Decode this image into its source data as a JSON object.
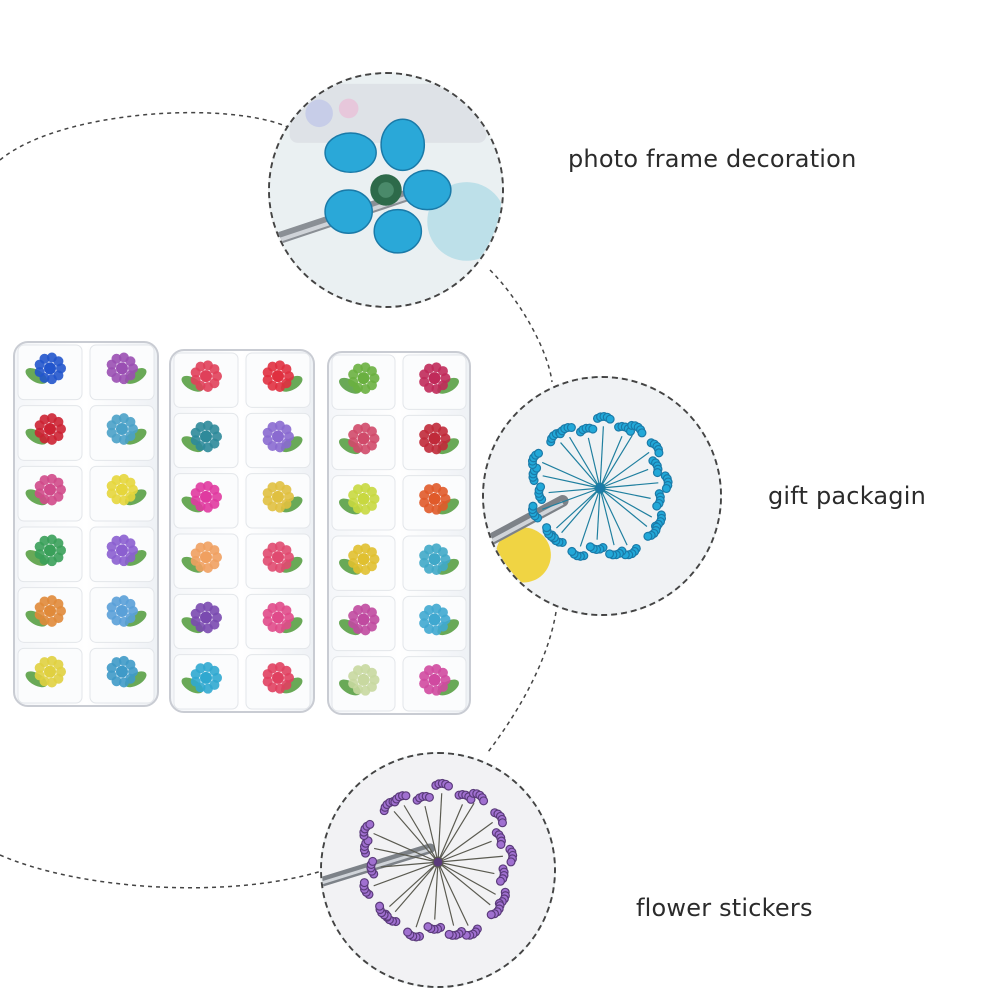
{
  "labels": {
    "photo_frame": "photo frame decoration",
    "gift": "gift packagin",
    "stickers": "flower stickers"
  },
  "colors": {
    "label_text": "#2b2b2b",
    "dashed_line": "#444444",
    "tray_edge": "#c9ccd3"
  },
  "trays": [
    {
      "name": "tray-left",
      "flowers": [
        "#2255cc",
        "#9a4fb3",
        "#cc2233",
        "#4aa1c8",
        "#d04a8a",
        "#e6d63c",
        "#3aa05a",
        "#8b5fd0",
        "#e08a3a",
        "#5aa0d8",
        "#e0d040",
        "#3f9ac8"
      ]
    },
    {
      "name": "tray-middle",
      "flowers": [
        "#e0405a",
        "#e03040",
        "#2e8a9a",
        "#8a6ad0",
        "#e03aa0",
        "#e0c040",
        "#f0a060",
        "#e04a70",
        "#7a4ab0",
        "#e04a8a",
        "#30a8d0",
        "#e04060"
      ]
    },
    {
      "name": "tray-right",
      "flowers": [
        "#6ab040",
        "#c02a5a",
        "#d04a6a",
        "#c02a3a",
        "#c8d840",
        "#e05a2a",
        "#e0c030",
        "#40a8c8",
        "#c04aa0",
        "#40a8d0",
        "#c8d8a0",
        "#d04aa0"
      ]
    }
  ]
}
